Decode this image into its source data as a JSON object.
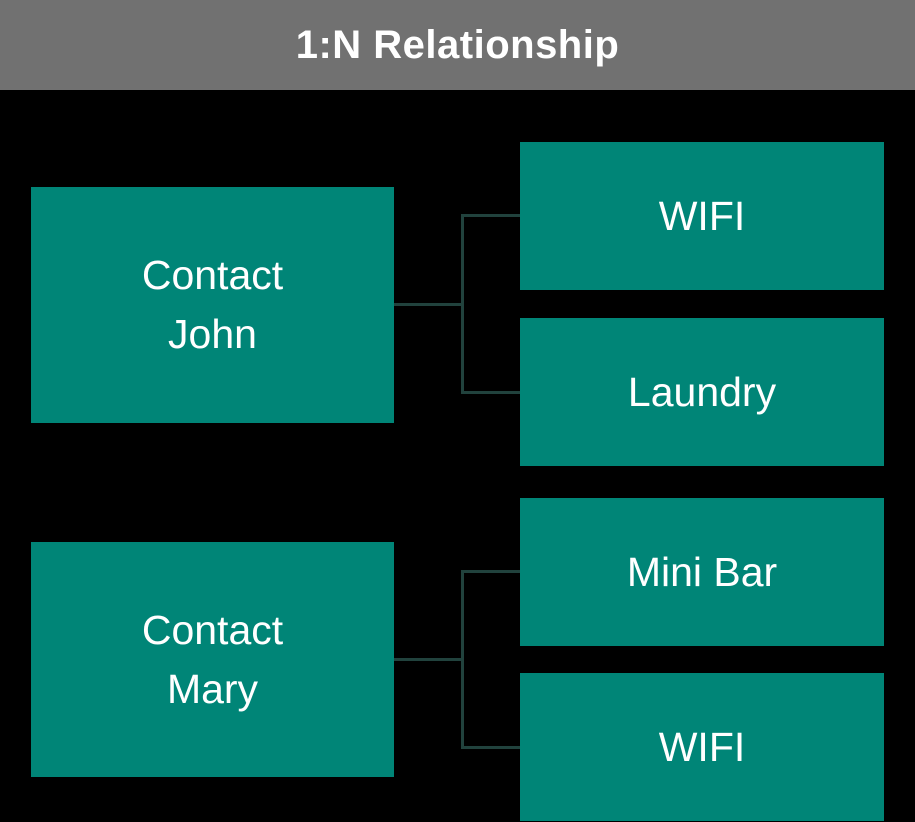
{
  "header": {
    "title": "1:N Relationship"
  },
  "diagram": {
    "groups": [
      {
        "parent_lines": [
          "Contact",
          "John"
        ],
        "children": [
          "WIFI",
          "Laundry"
        ]
      },
      {
        "parent_lines": [
          "Contact",
          "Mary"
        ],
        "children": [
          "Mini Bar",
          "WIFI"
        ]
      }
    ]
  },
  "colors": {
    "background": "#000000",
    "header_bg": "#717171",
    "node_fill": "#008577",
    "text": "#ffffff",
    "connector": "#21423d"
  }
}
